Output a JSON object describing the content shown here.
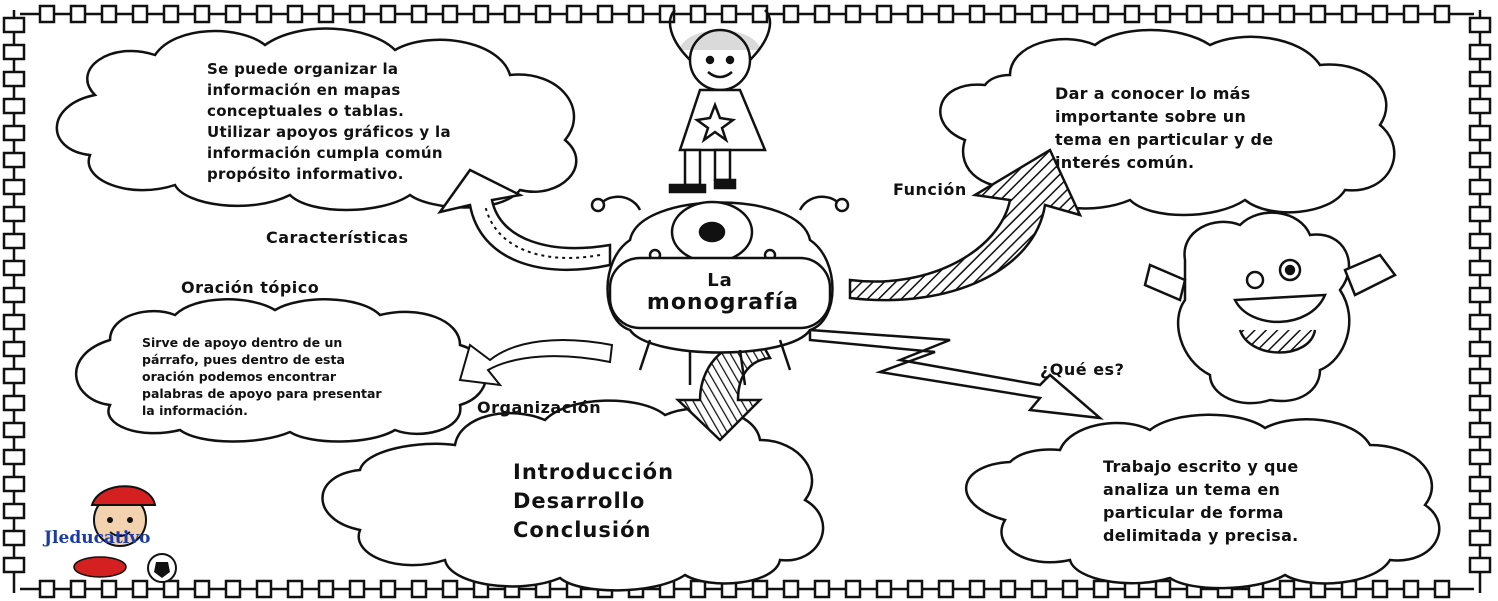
{
  "title": {
    "line1": "La",
    "line2": "monografía"
  },
  "labels": {
    "caracteristicas": "Características",
    "oracion_topico": "Oración tópico",
    "funcion": "Función",
    "que_es": "¿Qué es?",
    "organizacion": "Organización"
  },
  "clouds": {
    "caracteristicas_text": [
      "Se puede organizar la",
      "información en mapas",
      "conceptuales o tablas.",
      "Utilizar apoyos gráficos y la",
      "información cumpla común",
      "propósito informativo."
    ],
    "funcion_text": [
      "Dar a conocer lo más",
      "importante sobre un",
      "tema en particular y de",
      "interés común."
    ],
    "oracion_text": [
      "Sirve de apoyo dentro de un",
      "párrafo, pues dentro de esta",
      "oración podemos encontrar",
      "palabras de apoyo para presentar",
      "la información."
    ],
    "organizacion_text": [
      "Introducción",
      "Desarrollo",
      "Conclusión"
    ],
    "que_es_text": [
      "Trabajo escrito y que",
      "analiza un tema en",
      "particular de forma",
      "delimitada y precisa."
    ]
  },
  "logo": {
    "text": "Jleducativo"
  },
  "colors": {
    "ink": "#111111",
    "paper": "#ffffff",
    "logo_blue": "#1a3aa8",
    "logo_red": "#d42020"
  }
}
